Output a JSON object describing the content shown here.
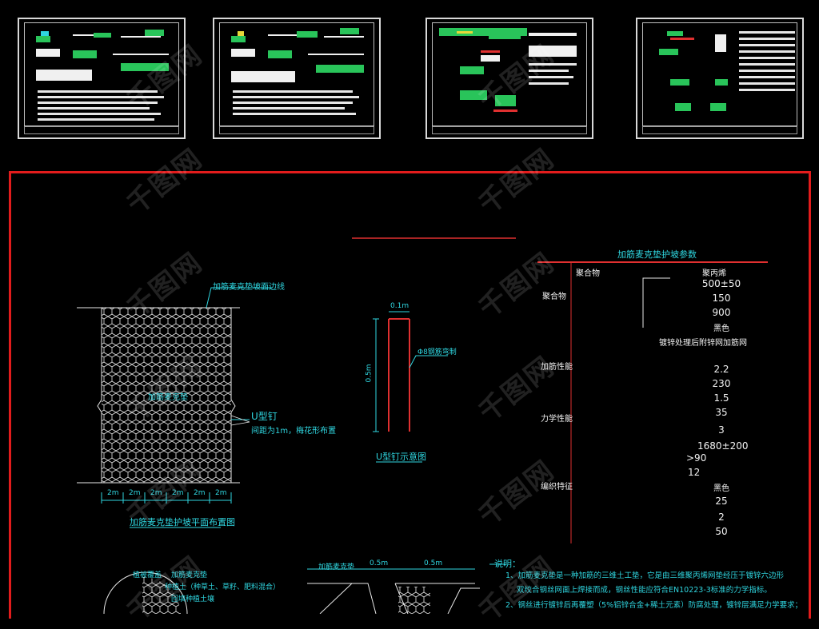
{
  "table": {
    "title": "加筋麦克垫护坡参数",
    "col_header_1": "聚合物",
    "col_header_2": "聚丙烯",
    "row_labels": [
      "聚合物",
      "加筋性能",
      "力学性能",
      "编织特征"
    ],
    "values": [
      "500±50",
      "150",
      "900",
      "黑色",
      "镀锌处理后附锌网加筋网",
      "2.2",
      "230",
      "1.5",
      "35",
      "3",
      "1680±200",
      ">90",
      "12",
      "黑色",
      "25",
      "2",
      "50"
    ]
  },
  "plan_view": {
    "leader_label": "加筋麦克垫坡面边线",
    "mesh_label": "加筋麦克垫",
    "u_nail_label": "U型钉",
    "spacing_note": "间距为1m，梅花形布置",
    "dim_labels": [
      "2m",
      "2m",
      "2m",
      "2m",
      "2m",
      "2m"
    ],
    "caption": "加筋麦克垫护坡平面布置图"
  },
  "u_nail": {
    "top_dim": "0.1m",
    "side_dim": "0.5m",
    "pointer_label": "Φ8钢筋弯制",
    "caption": "U型钉示意图"
  },
  "section": {
    "left_labels": [
      "植被覆盖",
      "加筋麦克垫",
      "种植土（种草土、草籽、肥料混合）",
      "回填种植土壤"
    ],
    "mid_label": "加筋麦克垫",
    "dims": [
      "0.5m",
      "0.5m"
    ]
  },
  "notes": {
    "title": "说明：",
    "lines": [
      "1、加筋麦克垫是一种加筋的三维土工垫，它是由三维聚丙烯网垫经压于镀锌六边形",
      "双绞合钢丝网面上焊接而成，钢丝性能应符合EN10223-3标准的力学指标。",
      "2、钢丝进行镀锌后再覆塑（5%铝锌合金+稀土元素）防腐处理，镀锌层满足力学要求；"
    ]
  },
  "watermark": "千图网"
}
